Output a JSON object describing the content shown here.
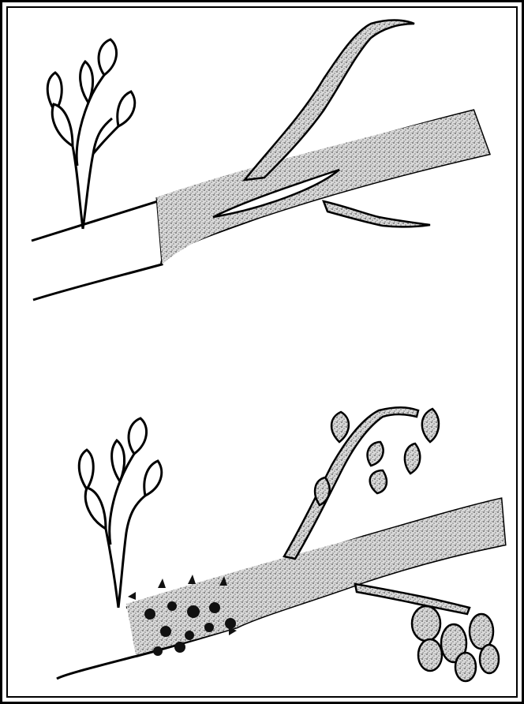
{
  "figure": {
    "panels": [
      {
        "label": "",
        "stem_texture": "stipple",
        "wound": "slit"
      },
      {
        "label": "",
        "stem_texture": "stipple",
        "wound": "lesions"
      }
    ],
    "colors": {
      "line": "#000000",
      "stipple": "#bdbdbd",
      "lesion": "#111111",
      "background": "#ffffff"
    },
    "icons": [
      "seedling-icon",
      "parasite-vine-icon",
      "haustoria-icon",
      "fruit-cluster-icon"
    ]
  }
}
